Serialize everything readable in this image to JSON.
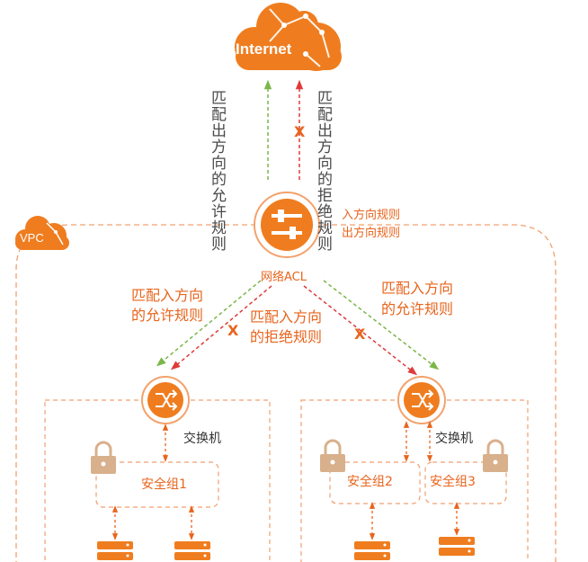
{
  "internet": {
    "label": "Internet"
  },
  "vpc": {
    "label": "VPC"
  },
  "outbound": {
    "allow_text": "匹配出方向的允许规则",
    "deny_text": "匹配出方向的拒绝规则",
    "deny_mark": "X"
  },
  "acl": {
    "label": "网络ACL",
    "inbound_rules": "入方向规则",
    "outbound_rules": "出方向规则"
  },
  "inbound": {
    "left_allow_line1": "匹配入方向",
    "left_allow_line2": "的允许规则",
    "deny_line1": "匹配入方向",
    "deny_line2": "的拒绝规则",
    "right_allow_line1": "匹配入方向",
    "right_allow_line2": "的允许规则",
    "deny_mark": "X"
  },
  "left_vswitch": {
    "switch_label": "交换机",
    "security_group": "安全组1"
  },
  "right_vswitch": {
    "switch_label": "交换机",
    "security_group_a": "安全组2",
    "security_group_b": "安全组3"
  },
  "colors": {
    "orange": "#e8641c",
    "green": "#7ab648",
    "red": "#e03a3a",
    "lock": "#d9b08c"
  }
}
